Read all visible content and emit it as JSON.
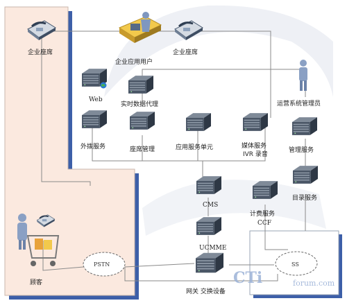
{
  "labels": {
    "enterprise_seat_left": "企业座席",
    "enterprise_app_user": "企业应用用户",
    "enterprise_seat_right": "企业座席",
    "web": "Web",
    "realtime_proxy": "实时数据代理",
    "ops_admin": "运营系统管理员",
    "outbound_service": "外拨服务",
    "seat_management": "座席管理",
    "app_service_unit": "应用服务单元",
    "media_service": "媒体服务",
    "ivr_recording": "IVR 录音",
    "management_service": "管理服务",
    "directory_service": "目录服务",
    "cms": "CMS",
    "billing_service": "计费服务",
    "ccf": "CCF",
    "ucmme": "UCMME",
    "customer": "顾客",
    "pstn": "PSTN",
    "gateway_switch": "网关 交换设备",
    "ss": "SS"
  },
  "watermark": {
    "main": "CTi",
    "sub": "forum.com"
  },
  "colors": {
    "customer_zone": "#fbe9df",
    "zone_shadow": "#3d5fa8",
    "server_dark": "#3f4c5c",
    "connector": "#8a8a8a",
    "watermark": "#9db3d8"
  }
}
